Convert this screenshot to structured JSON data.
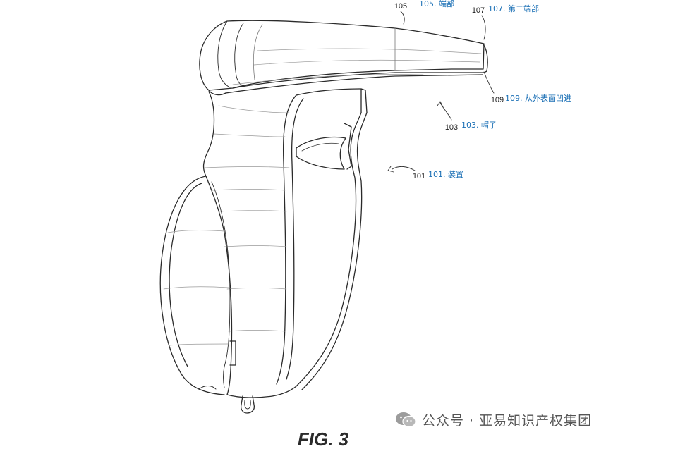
{
  "colors": {
    "line": "#2a2a2a",
    "light_line": "#9a9a9a",
    "label_blue": "#1a6fb5",
    "number": "#222222",
    "watermark": "#555555"
  },
  "references": {
    "r105": {
      "number": "105",
      "label": "105. 端部"
    },
    "r107": {
      "number": "107",
      "label": "107. 第二端部"
    },
    "r109": {
      "number": "109",
      "label": "109. 从外表面凹进"
    },
    "r103": {
      "number": "103",
      "label": "103. 帽子"
    },
    "r101": {
      "number": "101",
      "label": "101. 装置"
    }
  },
  "caption": "FIG. 3",
  "watermark": {
    "icon": "wechat-icon",
    "text": "公众号 · 亚易知识产权集团"
  }
}
